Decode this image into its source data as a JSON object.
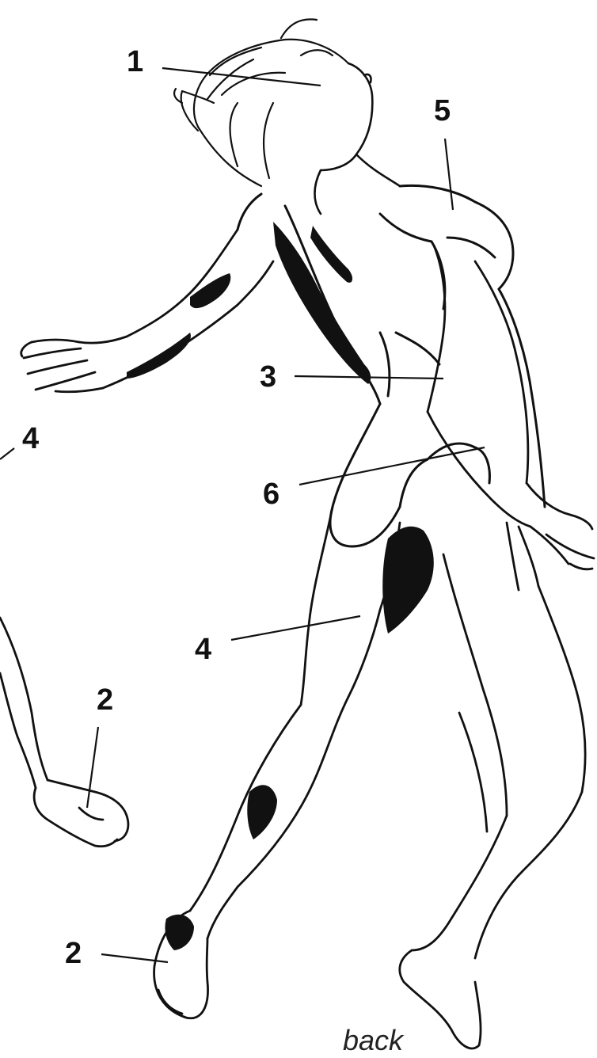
{
  "labels": {
    "l1": "1",
    "l2a": "2",
    "l2b": "2",
    "l3": "3",
    "l4a": "4",
    "l4b": "4",
    "l5": "5",
    "l6": "6"
  },
  "caption": "back",
  "colors": {
    "ink": "#111111",
    "paper": "#ffffff"
  }
}
